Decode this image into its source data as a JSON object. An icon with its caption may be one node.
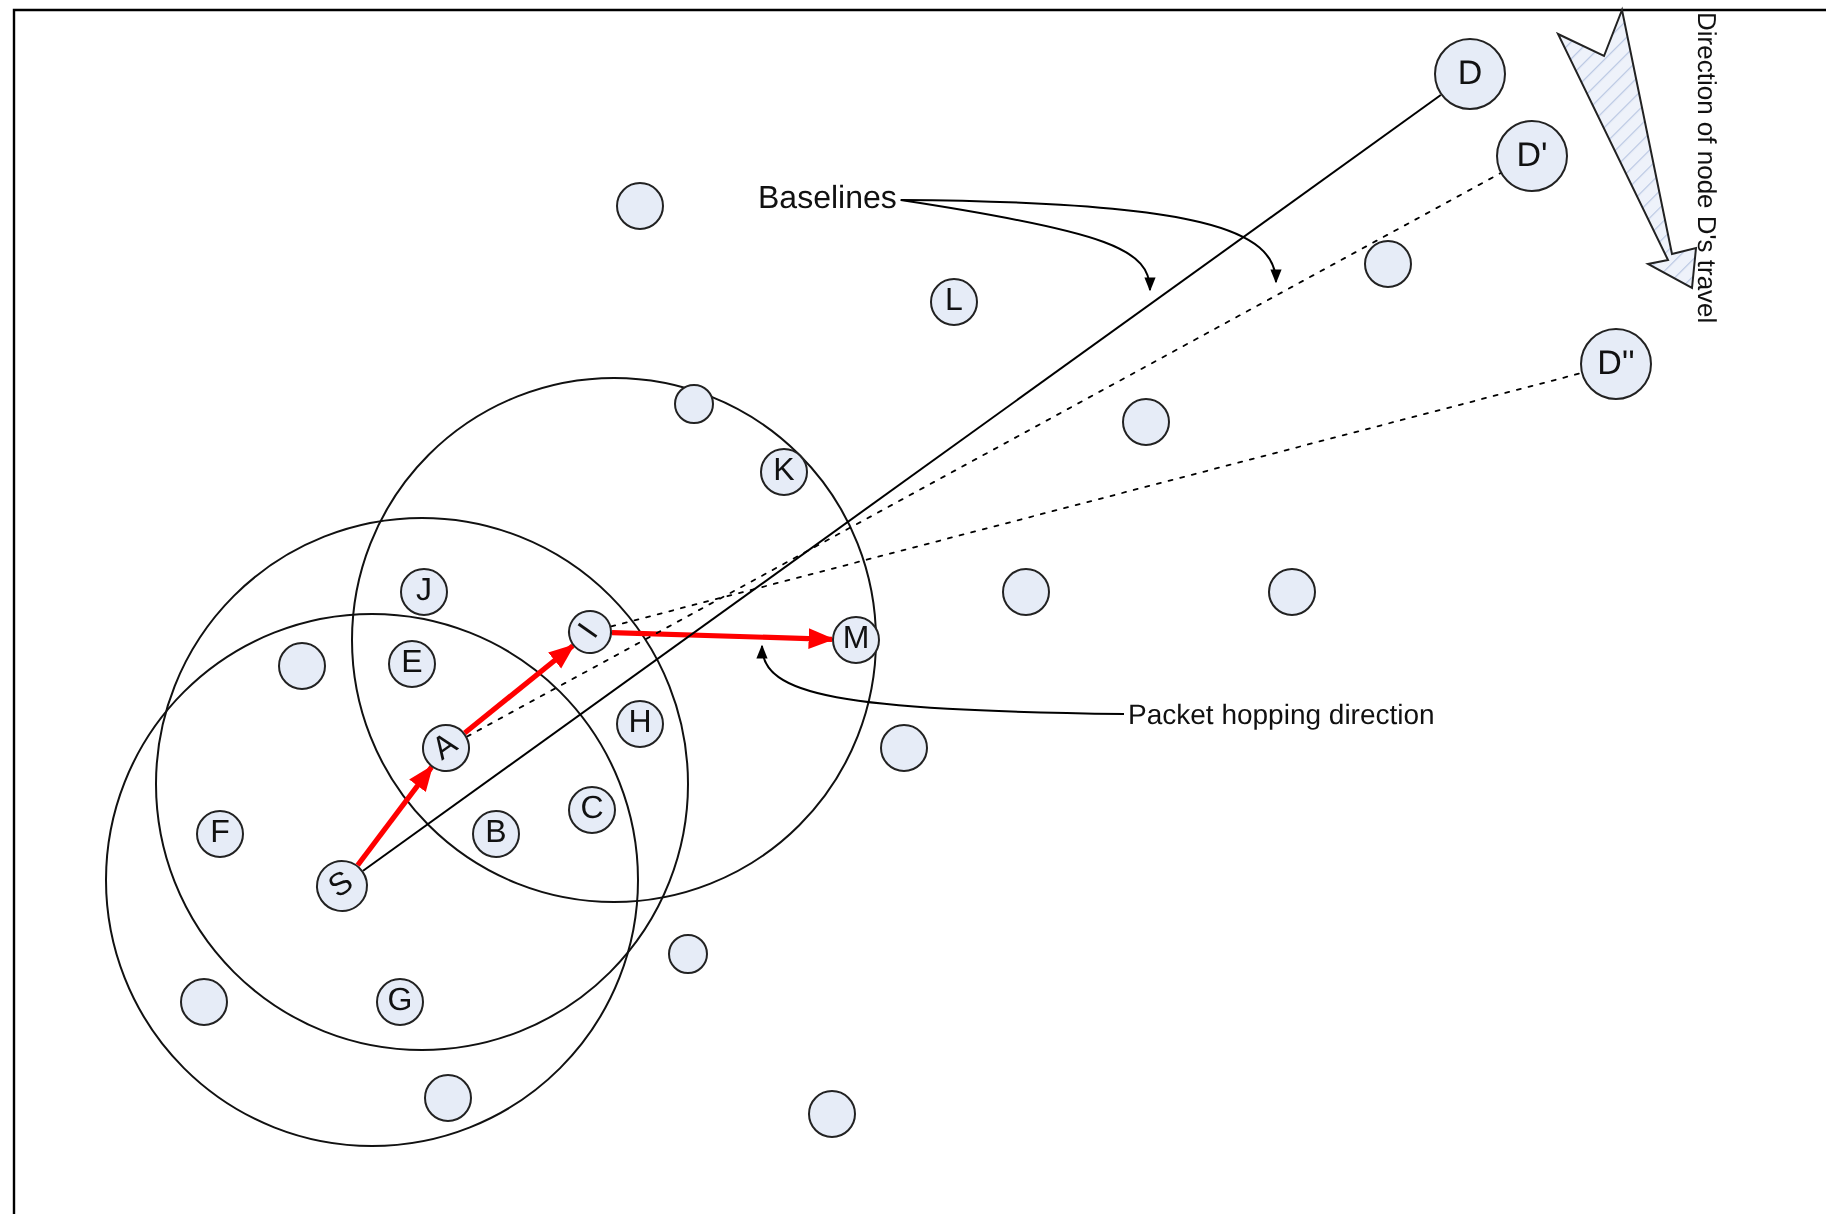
{
  "diagram": {
    "nodes": [
      {
        "text": [
          "D"
        ]
      },
      {
        "text": [
          "D'"
        ]
      },
      {
        "text": [],
        "shape": "circle"
      },
      {
        "text": [
          "Baselines"
        ]
      },
      {
        "text": [],
        "shape": "circle"
      },
      {
        "text": [
          "L"
        ]
      },
      {
        "text": [
          "D''"
        ]
      },
      {
        "text": [],
        "shape": "circle"
      },
      {
        "text": [],
        "shape": "circle"
      },
      {
        "text": [
          "K"
        ]
      },
      {
        "text": [
          "J"
        ]
      },
      {
        "text": [],
        "shape": "circle"
      },
      {
        "text": [],
        "shape": "circle"
      },
      {
        "text": [
          "I"
        ]
      },
      {
        "text": [
          "M"
        ]
      },
      {
        "text": [
          "E"
        ]
      },
      {
        "text": [],
        "shape": "circle"
      },
      {
        "text": [
          "Packet hopping direction"
        ]
      },
      {
        "text": [
          "H"
        ]
      },
      {
        "text": [
          "A"
        ]
      },
      {
        "text": [],
        "shape": "circle"
      },
      {
        "text": [
          "C"
        ]
      },
      {
        "text": [
          "F"
        ]
      },
      {
        "text": [
          "B"
        ]
      },
      {
        "text": [
          "S"
        ]
      },
      {
        "text": [],
        "shape": "circle"
      },
      {
        "text": [
          "G"
        ]
      },
      {
        "text": [],
        "shape": "circle"
      },
      {
        "text": [],
        "shape": "circle"
      },
      {
        "text": [],
        "shape": "circle"
      }
    ],
    "edges": [
      {
        "from": 24,
        "to": 19,
        "arrow": "to",
        "style": "thick",
        "color": "#ff0000"
      },
      {
        "from": 19,
        "to": 13,
        "arrow": "to",
        "style": "thick",
        "color": "#ff0000"
      },
      {
        "from": 13,
        "to": 14,
        "arrow": "to",
        "style": "thick",
        "color": "#ff0000"
      },
      {
        "from": 24,
        "to": 0,
        "arrow": "none"
      },
      {
        "from": 19,
        "to": 1,
        "arrow": "none",
        "style": "dashed"
      },
      {
        "from": 13,
        "to": 6,
        "arrow": "none",
        "style": "dashed"
      },
      {
        "from": 3,
        "to": null,
        "arrow": "to"
      },
      {
        "from": 3,
        "to": null,
        "arrow": "to"
      },
      {
        "from": 17,
        "to": null,
        "arrow": "to"
      }
    ],
    "labels": [
      "Direction of node D's travel"
    ]
  }
}
